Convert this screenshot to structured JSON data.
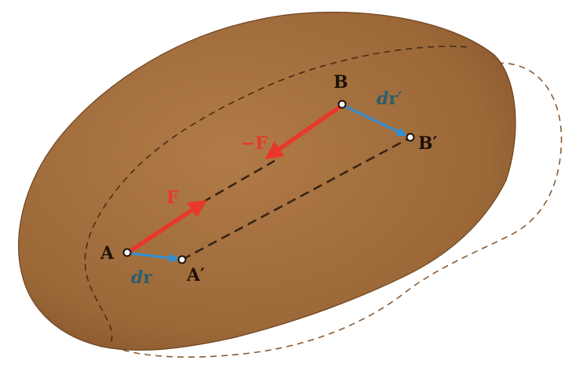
{
  "labels": {
    "A": "A",
    "A_prime": "A′",
    "B": "B",
    "B_prime": "B′",
    "F": "F",
    "neg_F": "−F",
    "dr_d": "d",
    "dr_r": "r",
    "drp_d": "d",
    "drp_r": "r′"
  },
  "colors": {
    "body_fill": "#a4703e",
    "body_shade": "#7d4f27",
    "force": "#e8382a",
    "displacement": "#2f8fd8",
    "dashed": "#3a2414",
    "outline_dashed": "#8a5c34",
    "label_dark": "#1c1208",
    "label_teal": "#2a5e6e"
  }
}
